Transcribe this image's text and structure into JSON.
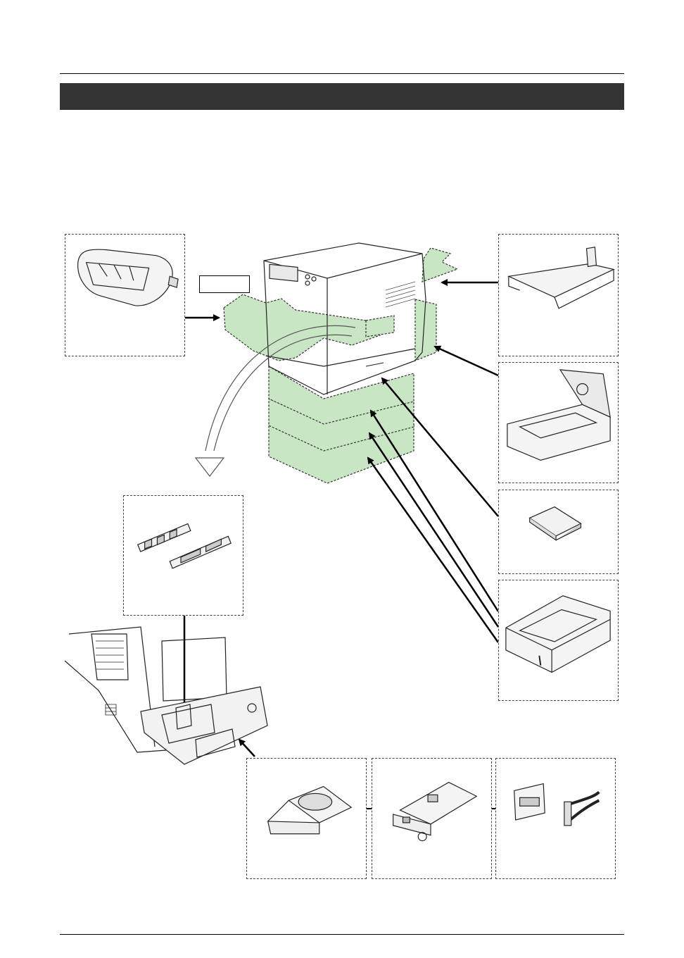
{
  "page": {
    "header_text": "",
    "section_banner_title": "",
    "callout_label": "",
    "footer_text": ""
  },
  "figure": {
    "options": [
      {
        "id": "envelope-feeder",
        "icon": "envelope-feeder-illustration"
      },
      {
        "id": "output-tray",
        "icon": "face-up-output-tray-illustration"
      },
      {
        "id": "duplex-unit",
        "icon": "duplex-unit-illustration"
      },
      {
        "id": "memory-card",
        "icon": "compactflash-card-illustration"
      },
      {
        "id": "paper-feeder",
        "icon": "paper-feeder-illustration"
      },
      {
        "id": "memory-modules",
        "icon": "dimm-memory-illustration"
      },
      {
        "id": "hard-disk",
        "icon": "hard-disk-illustration"
      },
      {
        "id": "network-card",
        "icon": "network-interface-card-illustration"
      },
      {
        "id": "serial-interface",
        "icon": "serial-interface-kit-illustration"
      }
    ],
    "colors": {
      "option_fill": "#c9e6c4",
      "option_stroke": "#333333",
      "banner": "#333333"
    }
  }
}
